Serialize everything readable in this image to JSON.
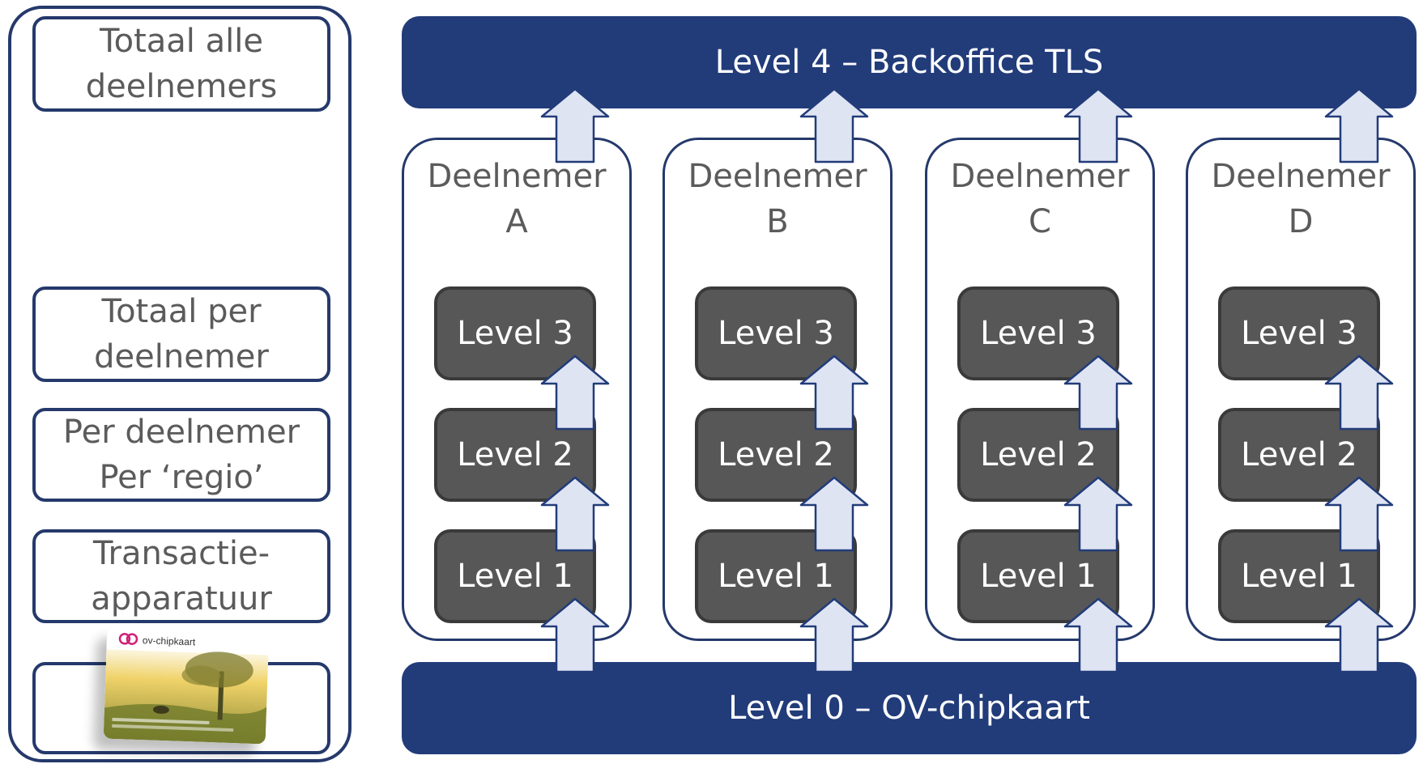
{
  "left_panel": {
    "total_all": "Totaal alle\ndeelnemers",
    "total_per": "Totaal per\ndeelnemer",
    "per_region": "Per deelnemer\nPer ‘regio’",
    "transaction": "Transactie-\napparatuur",
    "card_brand": "ov-chipkaart"
  },
  "top_band": "Level 4 – Backoffice TLS",
  "bottom_band": "Level 0 – OV-chipkaart",
  "participants": [
    {
      "title": "Deelnemer\nA",
      "levels": [
        "Level 3",
        "Level 2",
        "Level 1"
      ]
    },
    {
      "title": "Deelnemer\nB",
      "levels": [
        "Level 3",
        "Level 2",
        "Level 1"
      ]
    },
    {
      "title": "Deelnemer\nC",
      "levels": [
        "Level 3",
        "Level 2",
        "Level 1"
      ]
    },
    {
      "title": "Deelnemer\nD",
      "levels": [
        "Level 3",
        "Level 2",
        "Level 1"
      ]
    }
  ],
  "colors": {
    "navy": "#223c7a",
    "dark_box": "#575757",
    "arrow_fill": "#dfe4f3",
    "text_grey": "#5b5b5b"
  }
}
